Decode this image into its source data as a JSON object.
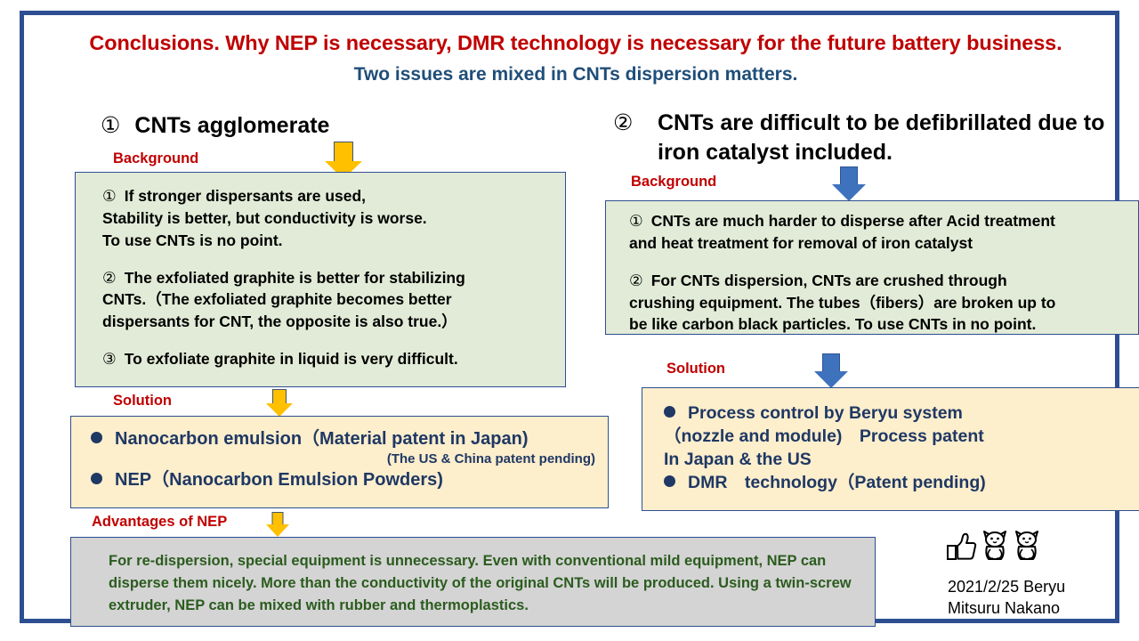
{
  "slide": {
    "title_main": "Conclusions. Why NEP is necessary, DMR technology is necessary for the future battery business.",
    "title_sub": "Two issues are mixed in CNTs dispersion matters.",
    "accent_border": "#2d4f92",
    "title_color": "#c00000",
    "subtitle_color": "#1f4e79"
  },
  "left_column": {
    "number": "①",
    "heading": "CNTs agglomerate",
    "background_label": "Background",
    "background_items": [
      {
        "num": "①",
        "text": "If stronger dispersants are used,\nStability is better, but conductivity is worse.\nTo use CNTs is no point."
      },
      {
        "num": "②",
        "text": "The exfoliated graphite is better for stabilizing\nCNTs.（The exfoliated graphite becomes better\ndispersants for CNT, the opposite is also true.）"
      },
      {
        "num": "③",
        "text": "To exfoliate graphite in liquid is very difficult."
      }
    ],
    "solution_label": "Solution",
    "solution_items": [
      "Nanocarbon emulsion（Material patent in Japan)",
      "NEP（Nanocarbon Emulsion Powders)"
    ],
    "solution_subnote": "(The US & China patent pending)",
    "advantages_label": "Advantages of NEP",
    "advantages_text": "For re-dispersion, special equipment is unnecessary. Even with conventional mild equipment, NEP can disperse them nicely. More than the conductivity of the original CNTs will be produced. Using a twin-screw extruder, NEP can be mixed with rubber and thermoplastics."
  },
  "right_column": {
    "number": "②",
    "heading": "CNTs are difficult to be defibrillated due to iron catalyst included.",
    "background_label": "Background",
    "background_items": [
      {
        "num": "①",
        "text": "CNTs are much harder to disperse after Acid treatment\nand heat treatment for removal of iron catalyst"
      },
      {
        "num": "②",
        "text": "For CNTs dispersion, CNTs are crushed through\ncrushing equipment. The tubes（fibers）are broken up to\nbe like carbon black particles. To use CNTs in no point."
      }
    ],
    "solution_label": "Solution",
    "solution_line1": "Process control by Beryu system",
    "solution_line2": "（nozzle and module)　Process patent",
    "solution_line3": "In Japan & the US",
    "solution_line4": "DMR　technology（Patent pending)"
  },
  "footer": {
    "icons": [
      "thumbs-up-icon",
      "lucky-cat-icon",
      "lucky-cat-icon"
    ],
    "date_company": "2021/2/25 Beryu",
    "author": "Mitsuru Nakano"
  },
  "colors": {
    "background_box": "#e2ebd7",
    "solution_box": "#fdeecc",
    "advantages_box": "#d4d4d4",
    "solution_text": "#1f3864",
    "advantages_text": "#2b5c1e",
    "arrow_yellow": "#ffc000",
    "arrow_blue": "#3f72bd"
  }
}
